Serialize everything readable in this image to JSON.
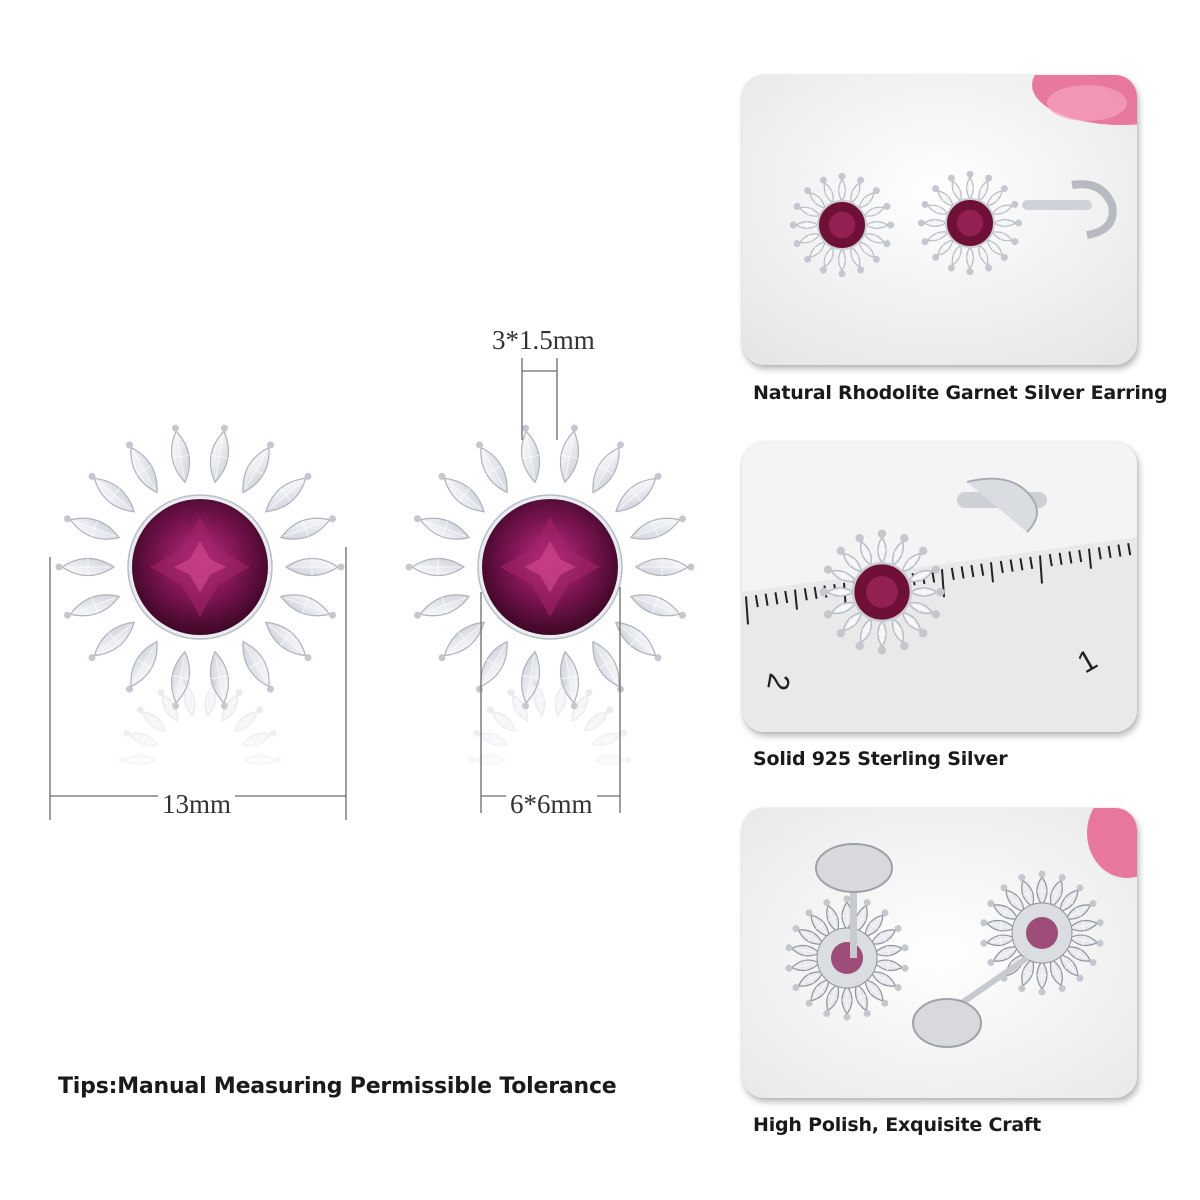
{
  "dimensions": {
    "prong_size": "3*1.5mm",
    "overall_width": "13mm",
    "center_stone": "6*6mm"
  },
  "tips": "Tips:Manual Measuring Permissible Tolerance",
  "cards": [
    {
      "caption": "Natural Rhodolite Garnet Silver Earring"
    },
    {
      "caption": "Solid 925 Sterling Silver",
      "ruler_numbers": [
        "2",
        "1"
      ]
    },
    {
      "caption": "High Polish, Exquisite Craft"
    }
  ],
  "colors": {
    "garnet": "#7a1450",
    "garnet_highlight": "#c0307e",
    "crystal": "#eef0f4",
    "silver": "#d8dade",
    "petal_pink": "#e8638f"
  }
}
